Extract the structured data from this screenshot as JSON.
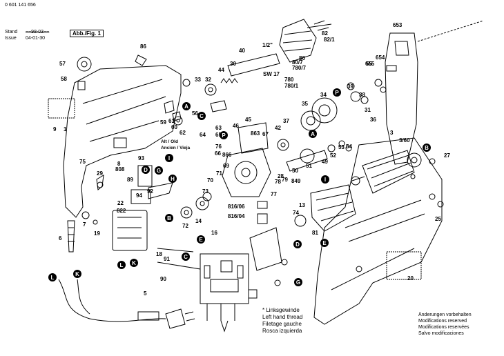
{
  "header": {
    "doc_number": "0 601 141 656",
    "stand_label": "Stand",
    "stand_date": "~~98-03~~",
    "issue_label": "Issue",
    "issue_date": "04-01-30",
    "fig_label": "Abb./Fig. 1"
  },
  "old_new_label": "Alt / Old\nAncien / Vieja",
  "left_hand_thread": [
    "* Linksgewinde",
    "Left hand thread",
    "Filetage gauche",
    "Rosca izquierda"
  ],
  "notice": [
    "Änderungen vorbehalten",
    "Modifications reserved",
    "Modifications reservées",
    "Salvo modificaciones"
  ],
  "sw_label": "SW 17",
  "thread_label": "1/2\"",
  "part_numbers": [
    "1",
    "3",
    "3/60",
    "5",
    "6",
    "7",
    "8",
    "9",
    "13",
    "14",
    "16",
    "18",
    "19",
    "20",
    "22",
    "25",
    "27",
    "28",
    "29",
    "30",
    "31",
    "32",
    "33",
    "34",
    "35",
    "36",
    "37",
    "38",
    "39",
    "40",
    "42",
    "44",
    "45",
    "46",
    "49",
    "50",
    "51",
    "52",
    "53",
    "54",
    "55",
    "56",
    "57",
    "58",
    "59",
    "60",
    "61",
    "62",
    "63",
    "64",
    "65",
    "66",
    "67",
    "69",
    "70",
    "71",
    "72",
    "73",
    "74",
    "75",
    "76",
    "77",
    "78",
    "79",
    "80",
    "81",
    "82",
    "82/1",
    "80/7",
    "780/7",
    "780",
    "780/1",
    "86",
    "89",
    "90",
    "91",
    "92",
    "93",
    "94",
    "653",
    "654",
    "655",
    "808",
    "816/06",
    "816/04",
    "822",
    "849",
    "863",
    "866"
  ],
  "callouts": [
    "A",
    "B",
    "C",
    "D",
    "E",
    "G",
    "H",
    "I",
    "K",
    "L",
    "P"
  ],
  "colors": {
    "line": "#000000",
    "callout_fill": "#000000",
    "callout_text": "#ffffff",
    "background": "#ffffff"
  }
}
